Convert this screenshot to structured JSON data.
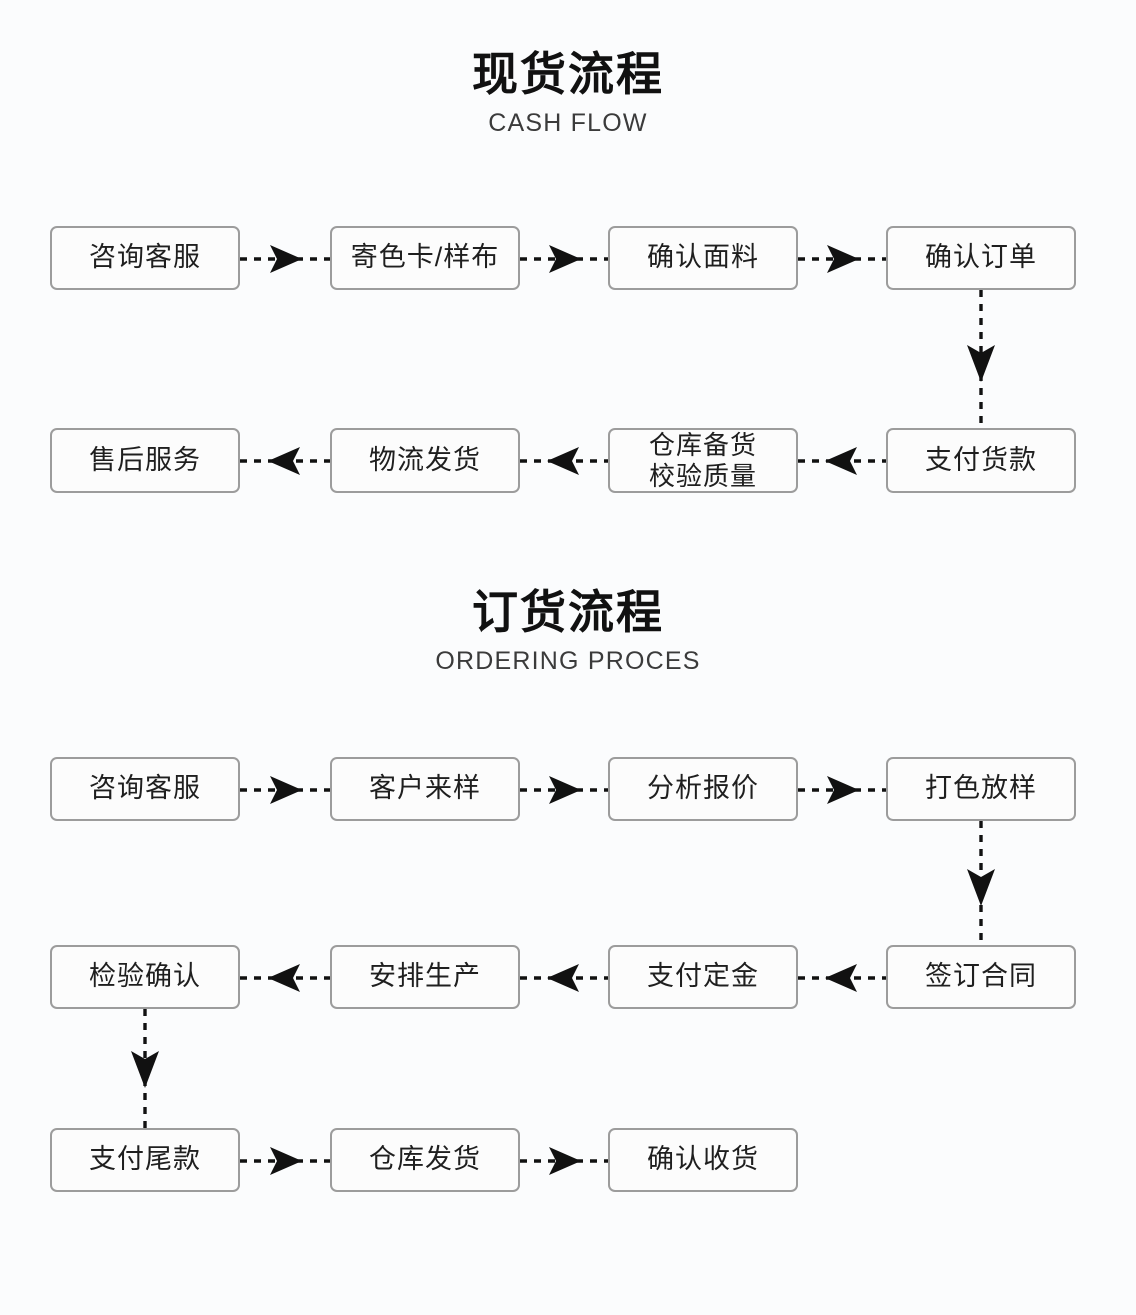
{
  "page": {
    "background_color": "#fbfcfd",
    "box_border_color": "#9c9c9c",
    "arrow_color": "#111111",
    "text_color": "#1f1f1f"
  },
  "sections": [
    {
      "id": "cash-flow",
      "title_cn": "现货流程",
      "title_en": "CASH FLOW",
      "rows": [
        {
          "direction": "right",
          "nodes": [
            "咨询客服",
            "寄色卡/样布",
            "确认面料",
            "确认订单"
          ]
        },
        {
          "direction": "left",
          "nodes": [
            "售后服务",
            "物流发货",
            "仓库备货\n校验质量",
            "支付货款"
          ]
        }
      ]
    },
    {
      "id": "ordering-process",
      "title_cn": "订货流程",
      "title_en": "ORDERING PROCES",
      "rows": [
        {
          "direction": "right",
          "nodes": [
            "咨询客服",
            "客户来样",
            "分析报价",
            "打色放样"
          ]
        },
        {
          "direction": "left",
          "nodes": [
            "检验确认",
            "安排生产",
            "支付定金",
            "签订合同"
          ]
        },
        {
          "direction": "right",
          "nodes": [
            "支付尾款",
            "仓库发货",
            "确认收货"
          ]
        }
      ]
    }
  ],
  "nodes": {
    "cash_r1_c1": "咨询客服",
    "cash_r1_c2": "寄色卡/样布",
    "cash_r1_c3": "确认面料",
    "cash_r1_c4": "确认订单",
    "cash_r2_c1": "售后服务",
    "cash_r2_c2": "物流发货",
    "cash_r2_c3": "仓库备货\n校验质量",
    "cash_r2_c4": "支付货款",
    "order_r1_c1": "咨询客服",
    "order_r1_c2": "客户来样",
    "order_r1_c3": "分析报价",
    "order_r1_c4": "打色放样",
    "order_r2_c1": "检验确认",
    "order_r2_c2": "安排生产",
    "order_r2_c3": "支付定金",
    "order_r2_c4": "签订合同",
    "order_r3_c1": "支付尾款",
    "order_r3_c2": "仓库发货",
    "order_r3_c3": "确认收货"
  },
  "titles": {
    "cash_cn": "现货流程",
    "cash_en": "CASH FLOW",
    "order_cn": "订货流程",
    "order_en": "ORDERING PROCES"
  }
}
